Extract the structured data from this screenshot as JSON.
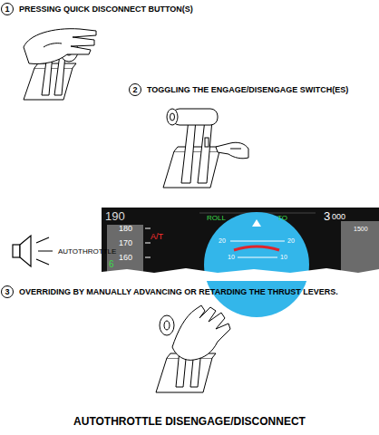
{
  "diagram": {
    "title": "AUTOTHROTTLE DISENGAGE/DISCONNECT",
    "nodes": [
      {
        "text": [
          "1"
        ]
      },
      {
        "text": [
          "2"
        ]
      },
      {
        "text": [
          "3"
        ]
      }
    ],
    "labels": [
      "PRESSING QUICK DISCONNECT BUTTON(S)",
      "TOGGLING THE ENGAGE/DISENGAGE SWITCH(ES)",
      "AUTOTHROTTLE",
      "190",
      "ROLL",
      "TO",
      "3",
      "000",
      "1500",
      "180",
      "170",
      "160",
      "A/T",
      "20",
      "20",
      "10",
      "10",
      "6",
      "OVERRIDING BY MANUALLY ADVANCING OR RETARDING THE THRUST LEVERS."
    ]
  }
}
